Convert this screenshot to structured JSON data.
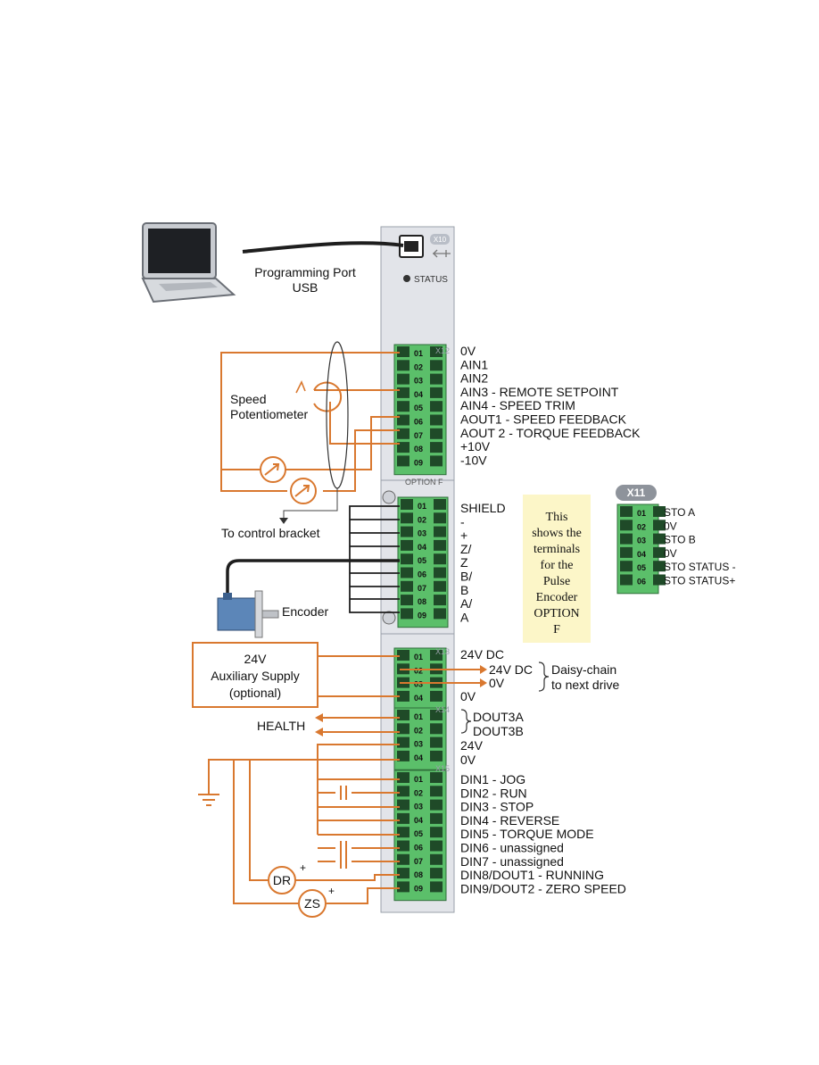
{
  "laptop": {
    "port_label_line1": "Programming Port",
    "port_label_line2": "USB"
  },
  "module": {
    "usb_connector_label": "X10",
    "status_label": "STATUS",
    "option_label": "OPTION F",
    "connectors": {
      "x12": "X12",
      "x13": "X13",
      "x14": "X14",
      "x15": "X15",
      "x11": "X11"
    }
  },
  "x12": {
    "pins": [
      "01",
      "02",
      "03",
      "04",
      "05",
      "06",
      "07",
      "08",
      "09"
    ],
    "labels": [
      "0V",
      "AIN1",
      "AIN2",
      "AIN3 - REMOTE SETPOINT",
      "AIN4 - SPEED TRIM",
      "AOUT1 - SPEED FEEDBACK",
      "AOUT 2 - TORQUE FEEDBACK",
      "+10V",
      "-10V"
    ]
  },
  "option_f": {
    "pins": [
      "01",
      "02",
      "03",
      "04",
      "05",
      "06",
      "07",
      "08",
      "09"
    ],
    "labels": [
      "SHIELD",
      "-",
      "+",
      "Z/",
      "Z",
      "B/",
      "B",
      "A/",
      "A"
    ]
  },
  "x13": {
    "pins": [
      "01",
      "02",
      "03",
      "04"
    ],
    "labels": [
      "24V DC",
      "24V DC",
      "0V",
      "0V"
    ],
    "daisy_chain_line1": "Daisy-chain",
    "daisy_chain_line2": "to next drive"
  },
  "x14": {
    "pins": [
      "01",
      "02",
      "03",
      "04"
    ],
    "labels": [
      "DOUT3A",
      "DOUT3B",
      "24V",
      "0V"
    ],
    "health_label": "HEALTH"
  },
  "x15": {
    "pins": [
      "01",
      "02",
      "03",
      "04",
      "05",
      "06",
      "07",
      "08",
      "09"
    ],
    "labels": [
      "DIN1 - JOG",
      "DIN2 - RUN",
      "DIN3 - STOP",
      "DIN4 - REVERSE",
      "DIN5 - TORQUE MODE",
      "DIN6 - unassigned",
      "DIN7 - unassigned",
      "DIN8/DOUT1 - RUNNING",
      "DIN9/DOUT2 - ZERO SPEED"
    ],
    "dr_label": "DR",
    "zs_label": "ZS",
    "plus": "+"
  },
  "x11": {
    "pins": [
      "01",
      "02",
      "03",
      "04",
      "05",
      "06"
    ],
    "labels": [
      "STO A",
      "0V",
      "STO B",
      "0V",
      "STO STATUS -",
      "STO STATUS+"
    ]
  },
  "external": {
    "speed_pot_line1": "Speed",
    "speed_pot_line2": "Potentiometer",
    "control_bracket": "To control bracket",
    "encoder": "Encoder",
    "aux_supply_line1": "24V",
    "aux_supply_line2": "Auxiliary Supply",
    "aux_supply_line3": "(optional)"
  },
  "note": {
    "lines": [
      "This",
      "shows the",
      "terminals",
      "for the",
      "Pulse",
      "Encoder",
      "OPTION",
      "F"
    ]
  },
  "colors": {
    "wire_orange": "#d9782f",
    "terminal_green": "#5bbf6a",
    "panel_gray": "#e2e4e9",
    "note_yellow": "#fcf6c8"
  }
}
